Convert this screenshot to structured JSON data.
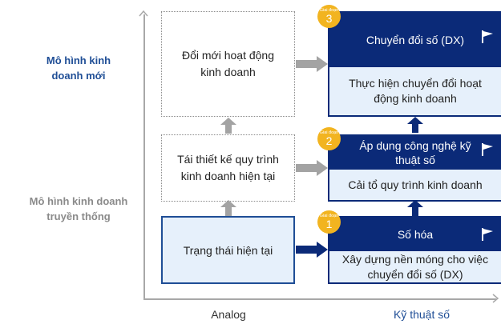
{
  "axes": {
    "y_top_label": "Mô hình kinh doanh mới",
    "y_bottom_label": "Mô hình kinh doanh truyền thống",
    "x_left_label": "Analog",
    "x_right_label": "Kỹ thuật số"
  },
  "analog": {
    "top": "Đổi mới hoạt động kinh doanh",
    "middle": "Tái thiết kế quy trình kinh doanh hiện tại",
    "bottom": "Trạng thái hiện tại"
  },
  "stages": [
    {
      "tag": "Giai đoạn",
      "number": "3",
      "title": "Chuyển đổi số (DX)",
      "body": "Thực hiện chuyển đổi hoạt động kinh doanh"
    },
    {
      "tag": "Giai đoạn",
      "number": "2",
      "title": "Áp dụng công nghệ kỹ thuật số",
      "body": "Cải tổ quy trình kinh doanh"
    },
    {
      "tag": "Giai đoạn",
      "number": "1",
      "title": "Số hóa",
      "body": "Xây dựng nền móng cho việc chuyển đổi số (DX)"
    }
  ],
  "colors": {
    "navy": "#0b2a78",
    "light_blue": "#e6f0fb",
    "gold": "#f2b420",
    "grey_arrow": "#a3a3a3",
    "axis_blue": "#1f4e96"
  }
}
